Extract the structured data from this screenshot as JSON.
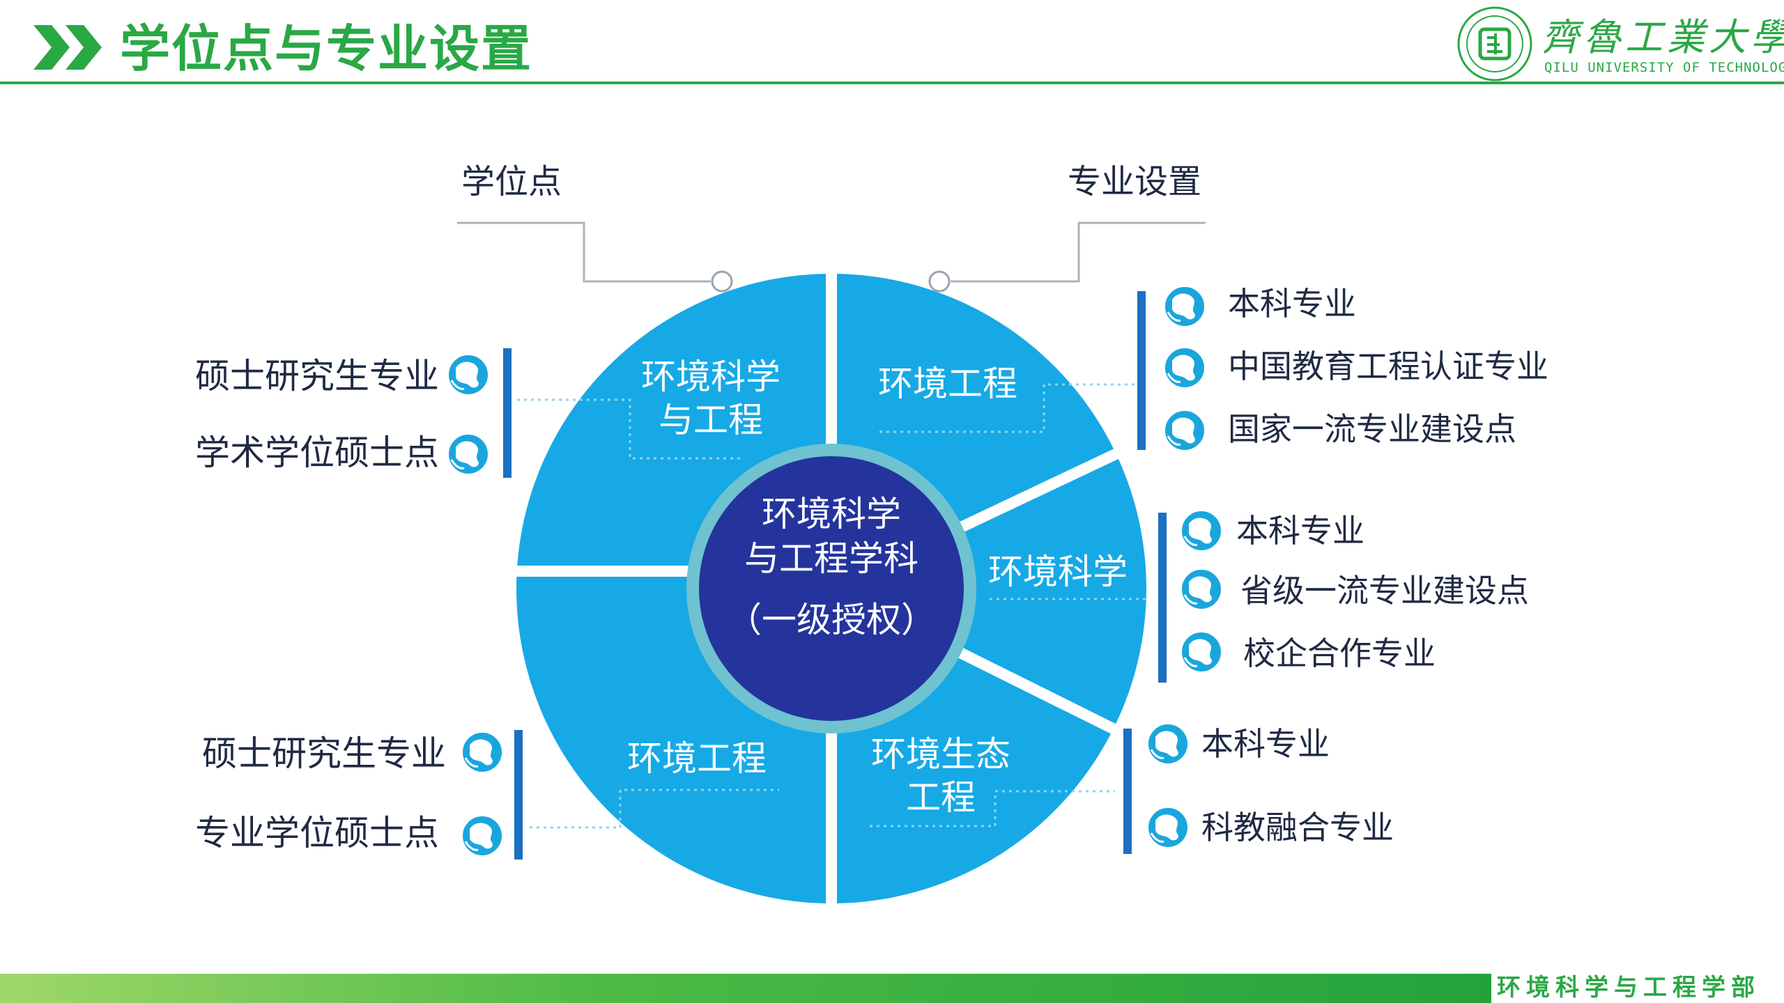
{
  "header": {
    "title": "学位点与专业设置",
    "logo_cn": "齊魯工業大學",
    "logo_en": "QILU UNIVERSITY OF TECHNOLOGY"
  },
  "diagram": {
    "top_left_label": "学位点",
    "top_right_label": "专业设置",
    "center_label": {
      "line1": "环境科学",
      "line2": "与工程学科",
      "line3": "（一级授权）"
    },
    "segments": {
      "top_left": {
        "line1": "环境科学",
        "line2": "与工程"
      },
      "top_right": {
        "line1": "环境工程"
      },
      "right": {
        "line1": "环境科学"
      },
      "bottom_right": {
        "line1": "环境生态",
        "line2": "工程"
      },
      "bottom_left": {
        "line1": "环境工程"
      }
    },
    "left_upper_items": [
      "硕士研究生专业",
      "学术学位硕士点"
    ],
    "left_lower_items": [
      "硕士研究生专业",
      "专业学位硕士点"
    ],
    "right_upper_items": [
      "本科专业",
      "中国教育工程认证专业",
      "国家一流专业建设点"
    ],
    "right_middle_items": [
      "本科专业",
      "省级一流专业建设点",
      "校企合作专业"
    ],
    "right_lower_items": [
      "本科专业",
      "科教融合专业"
    ]
  },
  "footer": {
    "text": "环境科学与工程学部"
  },
  "colors": {
    "brand_green": "#2aa845",
    "segment_blue": "#16a9e6",
    "center_navy": "#24349c",
    "ring_teal": "#6fc2cf",
    "bar_blue": "#1c6fc1"
  }
}
